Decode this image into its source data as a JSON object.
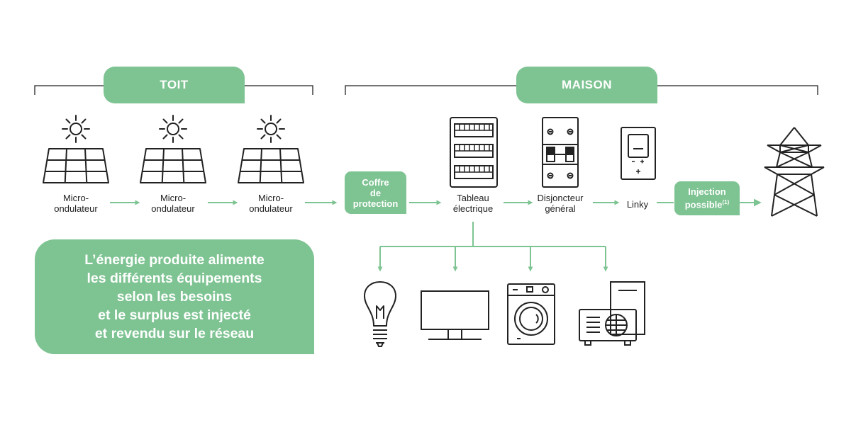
{
  "sections": {
    "roof": "TOIT",
    "house": "MAISON"
  },
  "roof_units": [
    {
      "label_line1": "Micro-",
      "label_line2": "ondulateur"
    },
    {
      "label_line1": "Micro-",
      "label_line2": "ondulateur"
    },
    {
      "label_line1": "Micro-",
      "label_line2": "ondulateur"
    }
  ],
  "protection_box": {
    "line1": "Coffre",
    "line2": "de",
    "line3": "protection"
  },
  "panel": {
    "line1": "Tableau",
    "line2": "électrique"
  },
  "breaker": {
    "line1": "Disjoncteur",
    "line2": "général"
  },
  "meter": {
    "label": "Linky"
  },
  "injection": {
    "line1": "Injection",
    "line2": "possible",
    "footnote": "(1)"
  },
  "message": {
    "lines": [
      "L’énergie produite alimente",
      "les différents équipements",
      "selon les besoins",
      "et le surplus est injecté",
      "et revendu sur le réseau"
    ]
  },
  "colors": {
    "accent": "#7ec392",
    "stroke": "#222222"
  },
  "icons": [
    "sun-icon",
    "solar-panel-icon",
    "electrical-panel-icon",
    "breaker-icon",
    "meter-icon",
    "pylon-icon",
    "light-bulb-icon",
    "monitor-icon",
    "washing-machine-icon",
    "heat-pump-icon"
  ]
}
